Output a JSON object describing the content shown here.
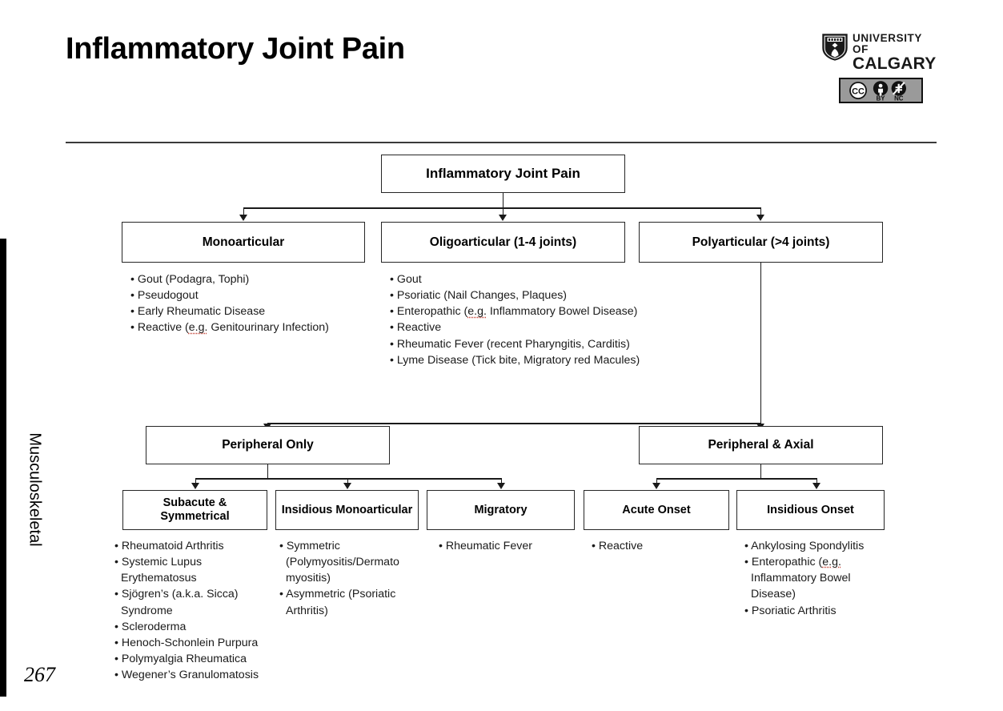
{
  "header": {
    "title": "Inflammatory Joint Pain",
    "university_line1": "UNIVERSITY OF",
    "university_line2": "CALGARY",
    "crest_icon": "university-shield-crest-icon",
    "license": {
      "badge_icon": "creative-commons-icon",
      "by_icon": "cc-attribution-person-icon",
      "nc_icon": "cc-noncommercial-crossed-dollar-icon",
      "by_label": "BY",
      "nc_label": "NC",
      "cc_label": "CC"
    }
  },
  "sidebar": {
    "section_label": "Musculoskeletal",
    "page_number": "267"
  },
  "chart_data": {
    "type": "diagram",
    "title": "Inflammatory Joint Pain",
    "nodes": {
      "root": "Inflammatory Joint Pain",
      "tier1": [
        "Monoarticular",
        "Oligoarticular (1-4 joints)",
        "Polyarticular (>4 joints)"
      ],
      "tier2": [
        "Peripheral Only",
        "Peripheral & Axial"
      ],
      "tier3": [
        "Subacute & Symmetrical",
        "Insidious Monoarticular",
        "Migratory",
        "Acute Onset",
        "Insidious Onset"
      ]
    },
    "lists": {
      "monoarticular": [
        "Gout (Podagra, Tophi)",
        "Pseudogout",
        "Early Rheumatic Disease",
        "Reactive (e.g. Genitourinary Infection)"
      ],
      "oligoarticular": [
        "Gout",
        "Psoriatic (Nail Changes, Plaques)",
        "Enteropathic (e.g. Inflammatory Bowel Disease)",
        "Reactive",
        "Rheumatic Fever (recent Pharyngitis, Carditis)",
        "Lyme Disease (Tick bite, Migratory red Macules)"
      ],
      "subacute_symmetrical": [
        "Rheumatoid Arthritis",
        "Systemic Lupus Erythematosus",
        "Sjögren’s (a.k.a. Sicca) Syndrome",
        "Scleroderma",
        "Henoch-Schonlein Purpura",
        "Polymyalgia Rheumatica",
        "Wegener’s Granulomatosis"
      ],
      "insidious_monoarticular": [
        "Symmetric (Polymyositis/Dermato myositis)",
        "Asymmetric (Psoriatic Arthritis)"
      ],
      "migratory": [
        "Rheumatic Fever"
      ],
      "acute_onset": [
        "Reactive"
      ],
      "insidious_onset": [
        "Ankylosing Spondylitis",
        "Enteropathic (e.g. Inflammatory Bowel Disease)",
        "Psoriatic Arthritis"
      ]
    },
    "edges": [
      {
        "from": "root",
        "to": "Monoarticular"
      },
      {
        "from": "root",
        "to": "Oligoarticular (1-4 joints)"
      },
      {
        "from": "root",
        "to": "Polyarticular (>4 joints)"
      },
      {
        "from": "Polyarticular (>4 joints)",
        "to": "Peripheral Only"
      },
      {
        "from": "Polyarticular (>4 joints)",
        "to": "Peripheral & Axial"
      },
      {
        "from": "Peripheral Only",
        "to": "Subacute & Symmetrical"
      },
      {
        "from": "Peripheral Only",
        "to": "Insidious Monoarticular"
      },
      {
        "from": "Peripheral Only",
        "to": "Migratory"
      },
      {
        "from": "Peripheral & Axial",
        "to": "Acute Onset"
      },
      {
        "from": "Peripheral & Axial",
        "to": "Insidious Onset"
      }
    ]
  },
  "colors": {
    "ink": "#000000",
    "line": "#1a1a1a",
    "rule": "#3a3a3a",
    "cc_background": "#9a9a9a",
    "spellcheck_underline": "#c0392b"
  }
}
